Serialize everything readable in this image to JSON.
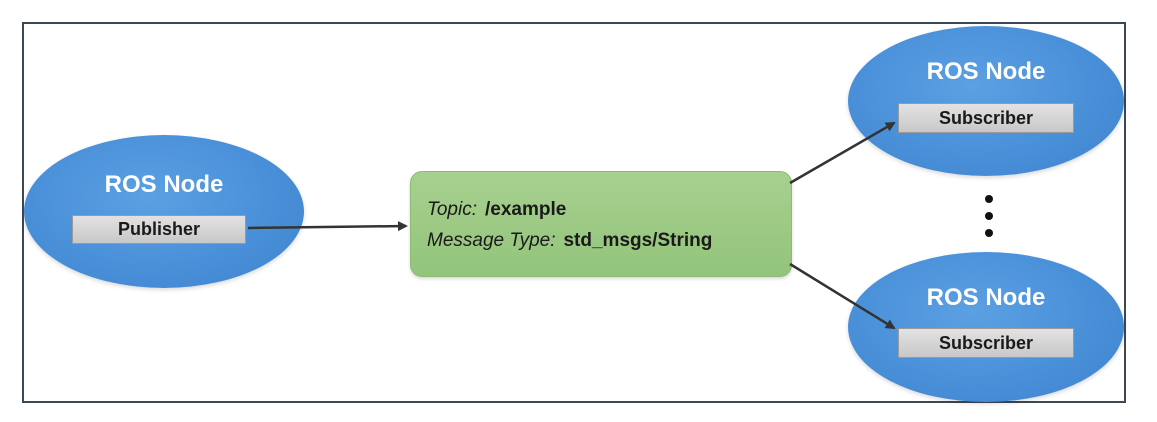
{
  "publisher_node": {
    "title": "ROS Node",
    "role": "Publisher"
  },
  "topic": {
    "topic_label": "Topic:",
    "topic_value": "/example",
    "type_label": "Message Type:",
    "type_value": "std_msgs/String"
  },
  "subscriber_nodes": [
    {
      "title": "ROS Node",
      "role": "Subscriber"
    },
    {
      "title": "ROS Node",
      "role": "Subscriber"
    }
  ],
  "ellipsis_icon": "vertical-ellipsis-icon",
  "colors": {
    "node_fill": "#4a90d9",
    "topic_fill": "#9ccb84",
    "role_fill": "#d4d4d4",
    "frame_border": "#3c4856",
    "arrow": "#333333"
  }
}
